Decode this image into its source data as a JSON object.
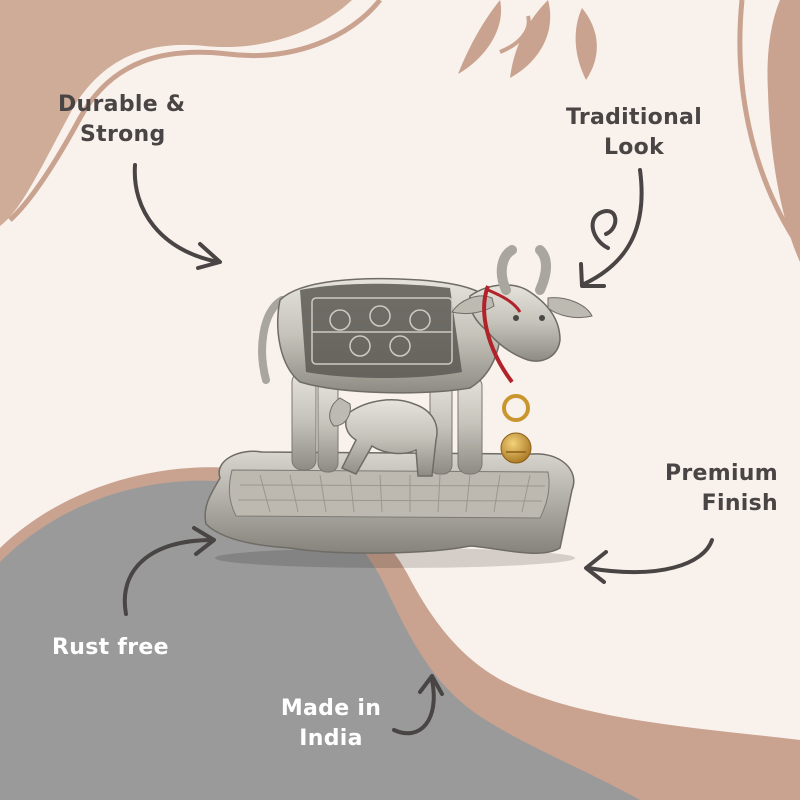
{
  "features": {
    "durable": {
      "line1": "Durable &",
      "line2": "Strong"
    },
    "traditional": {
      "line1": "Traditional",
      "line2": "Look"
    },
    "premium": {
      "line1": "Premium",
      "line2": "Finish"
    },
    "rust": {
      "line1": "Rust free"
    },
    "made": {
      "line1": "Made in",
      "line2": "India"
    }
  },
  "colors": {
    "background": "#f9f1ec",
    "blob_tan": "#c9a38f",
    "blob_gray": "#9b9a9b",
    "text_dark": "#4a4545",
    "text_light": "#ffffff",
    "arrow": "#4a4545",
    "silver": "#c7c4bc",
    "thread_red": "#b2222a",
    "bell_gold": "#c9962e"
  },
  "icons": [
    "leaf-branch-icon",
    "curved-arrow-icon",
    "cow-and-calf-idol-icon",
    "bell-icon"
  ]
}
